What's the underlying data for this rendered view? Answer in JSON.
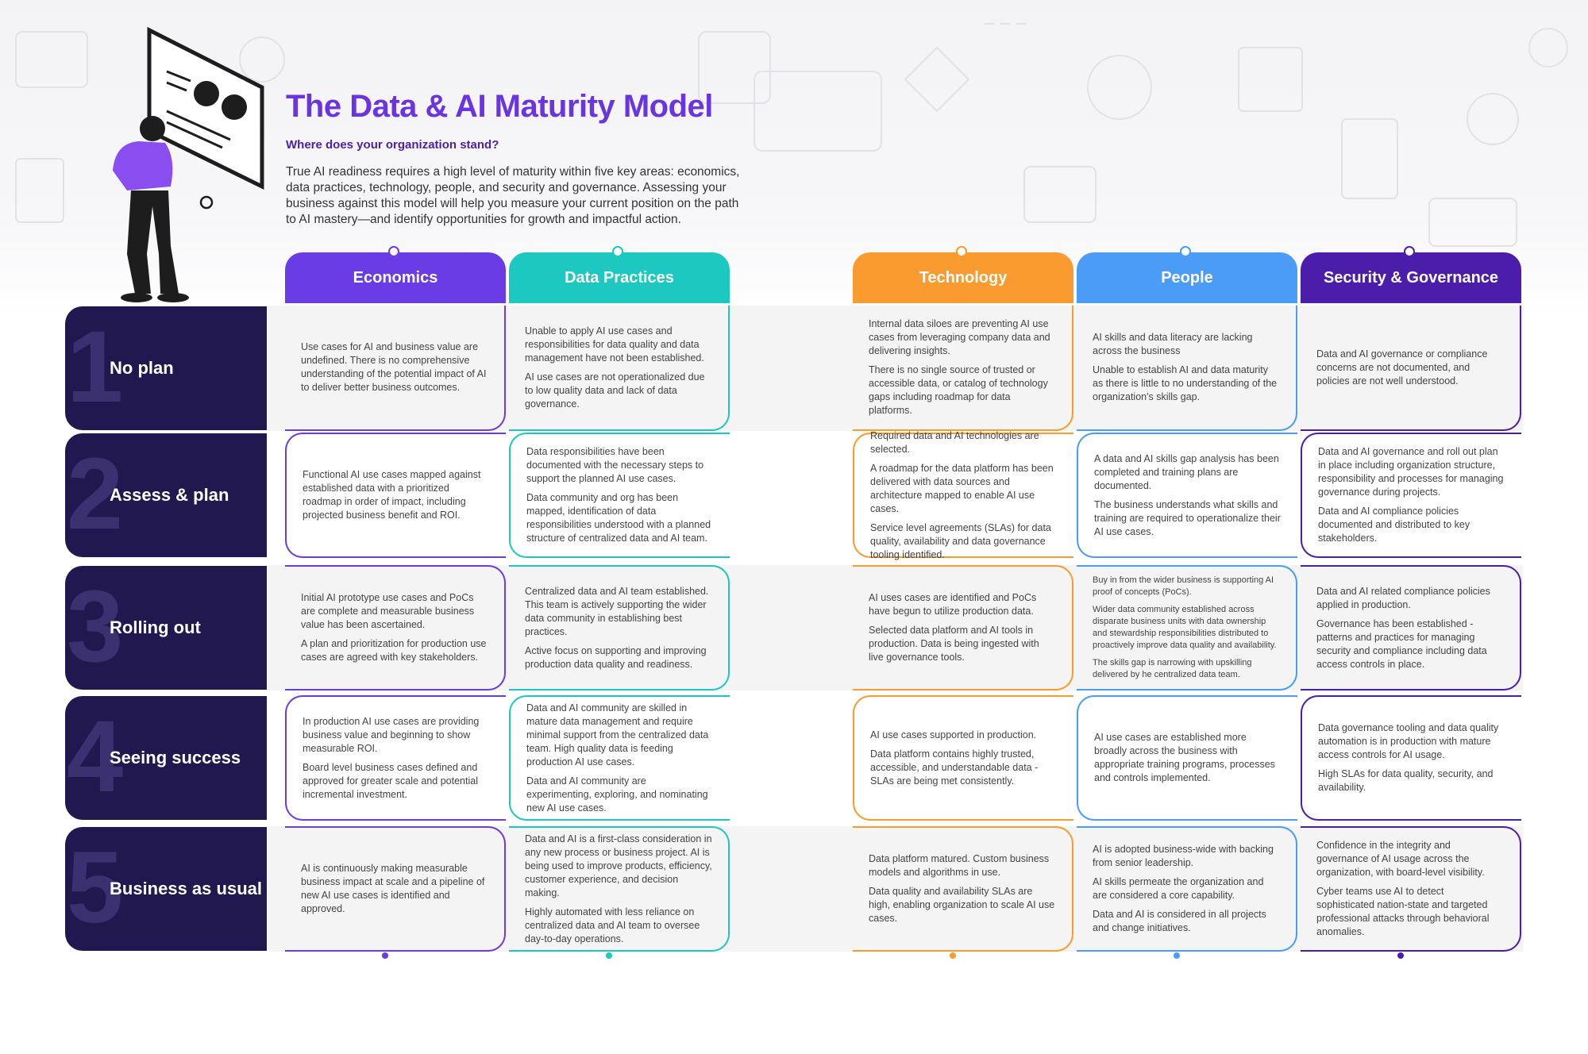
{
  "header": {
    "title": "The Data & AI Maturity Model",
    "subtitle": "Where does your organization stand?",
    "intro": "True AI readiness requires a high level of maturity within five key areas: economics, data practices, technology, people, and security and governance. Assessing your business against this model will help you measure your current position on the path to AI mastery—and identify opportunities for growth and impactful action."
  },
  "stages": [
    {
      "number": "1",
      "label": "No plan"
    },
    {
      "number": "2",
      "label": "Assess & plan"
    },
    {
      "number": "3",
      "label": "Rolling out"
    },
    {
      "number": "4",
      "label": "Seeing success"
    },
    {
      "number": "5",
      "label": "Business as usual"
    }
  ],
  "columns": [
    {
      "name": "Economics",
      "color": "#6a3ce6",
      "cells": [
        [
          "Use cases for AI and business value are undefined. There is no comprehensive understanding of the potential impact of AI to deliver better business outcomes."
        ],
        [
          "Functional AI use cases mapped against established data with a prioritized roadmap in order of impact, including projected business benefit and ROI."
        ],
        [
          "Initial AI prototype use cases and PoCs are complete and measurable business value has been ascertained.",
          "A plan and prioritization for production use cases are agreed with key stakeholders."
        ],
        [
          "In production AI use cases are providing business value and beginning to show measurable ROI.",
          "Board level business cases defined and approved for greater scale and potential incremental investment."
        ],
        [
          "AI is continuously making measurable business impact at scale and a pipeline of new AI use cases is identified and approved."
        ]
      ]
    },
    {
      "name": "Data Practices",
      "color": "#1cc8c0",
      "cells": [
        [
          "Unable to apply AI use cases and responsibilities for data quality and data management have not been established.",
          "AI use cases are not operationalized due to low quality data and lack of data governance."
        ],
        [
          "Data responsibilities have been documented with the necessary steps to support the planned AI use cases.",
          "Data community and org has been mapped, identification of data responsibilities understood with a planned structure of centralized data and AI team."
        ],
        [
          "Centralized data and AI team established. This team is actively supporting the wider data community in establishing best practices.",
          "Active focus on supporting and improving production data quality and readiness."
        ],
        [
          "Data and AI community are skilled in mature data management and require minimal support from the centralized data team. High quality data is feeding production AI use cases.",
          "Data and AI community are experimenting, exploring, and nominating new AI use cases."
        ],
        [
          "Data and AI is a first-class consideration in any new process or business project. AI is being used to improve products, efficiency, customer experience, and decision making.",
          "Highly automated with less reliance on centralized data and AI team to oversee day-to-day operations."
        ]
      ]
    },
    {
      "name": "Technology",
      "color": "#f99b2f",
      "cells": [
        [
          "Internal data siloes are preventing AI use cases from leveraging company data and delivering insights.",
          "There is no single source of trusted or accessible data, or catalog of technology gaps including roadmap for data platforms."
        ],
        [
          "Required data and AI technologies are selected.",
          "A roadmap for the data platform has been delivered with data sources and architecture mapped to enable AI use cases.",
          "Service level agreements (SLAs) for data quality, availability and data governance tooling identified."
        ],
        [
          "AI uses cases are identified and PoCs have begun to utilize production data.",
          "Selected data platform and AI tools in production. Data is being ingested with live governance tools."
        ],
        [
          "AI use cases supported in production.",
          "Data platform contains highly trusted, accessible, and understandable data - SLAs are being met consistently."
        ],
        [
          "Data platform matured. Custom business models and algorithms in use.",
          "Data quality and availability SLAs are high, enabling organization to scale AI use cases."
        ]
      ]
    },
    {
      "name": "People",
      "color": "#4a9cf6",
      "cells": [
        [
          "AI skills and data literacy are lacking across the business",
          "Unable to establish AI and data maturity as there is little to no understanding of the organization's skills gap."
        ],
        [
          "A data and AI skills gap analysis has been completed and training plans are documented.",
          "The business understands what skills and training are required to operationalize their AI use cases."
        ],
        [
          "Buy in from the wider business is supporting AI proof of concepts (PoCs).",
          "Wider data community established across disparate business units with data ownership and stewardship responsibilities distributed to proactively improve data quality and availability.",
          "The skills gap is narrowing with upskilling delivered by he centralized data team."
        ],
        [
          "AI use cases are established more broadly across the business with appropriate training programs, processes and controls implemented."
        ],
        [
          "AI is adopted business-wide with backing from senior leadership.",
          "AI skills permeate the organization and are considered a core capability.",
          "Data and AI is considered in all projects and change initiatives."
        ]
      ]
    },
    {
      "name": "Security & Governance",
      "color": "#4c1dab",
      "cells": [
        [
          "Data and AI governance or compliance concerns are not documented, and policies are not well understood."
        ],
        [
          "Data and AI governance and roll out plan in place including organization structure, responsibility and processes for managing governance during projects.",
          "Data and AI compliance policies documented and distributed to key stakeholders."
        ],
        [
          "Data and AI related compliance policies applied in production.",
          "Governance has been established - patterns and practices for managing security and compliance including data access controls in place."
        ],
        [
          "Data governance tooling and data quality automation is in production with mature access controls for AI usage.",
          "High SLAs for data quality, security, and availability."
        ],
        [
          "Confidence in the integrity and governance of AI usage across the organization, with board-level visibility.",
          "Cyber teams use AI to detect sophisticated nation-state and targeted professional attacks through behavioral anomalies."
        ]
      ]
    }
  ]
}
